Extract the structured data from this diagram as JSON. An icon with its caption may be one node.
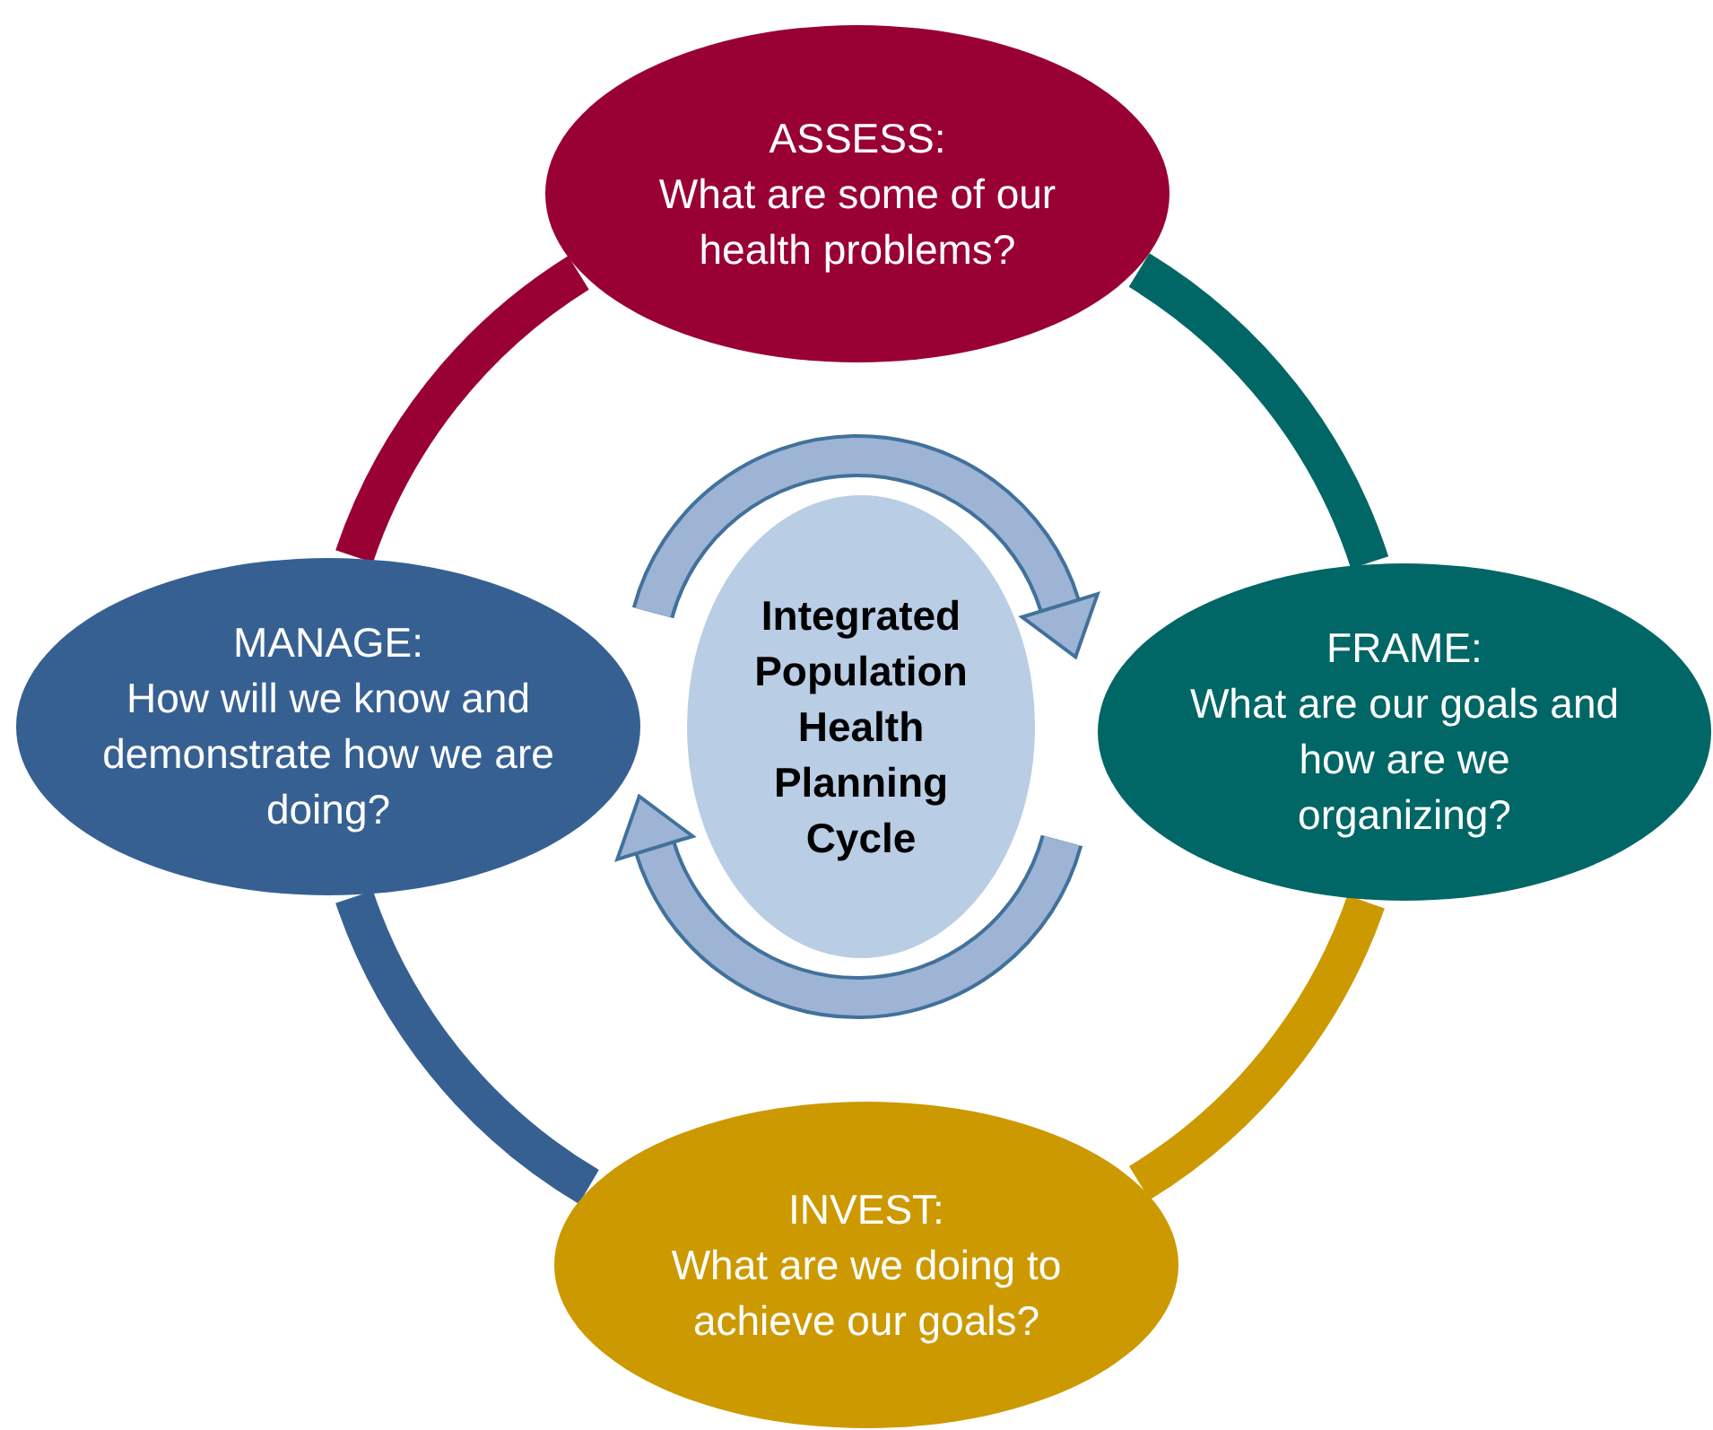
{
  "diagram": {
    "nodes": [
      {
        "text": [
          "ASSESS:",
          "What are some of our health problems?"
        ]
      },
      {
        "text": [
          "MANAGE:",
          "How will we know and demonstrate how we are doing?"
        ]
      },
      {
        "text": [
          "Integrated Population Health Planning Cycle"
        ]
      },
      {
        "text": [
          "FRAME:",
          "What are our goals and how are we organizing?"
        ]
      },
      {
        "text": [
          "INVEST:",
          "What are we doing to achieve our goals?"
        ]
      }
    ],
    "edges": [
      {
        "from": 0,
        "to": 3,
        "arrow": "none",
        "color": "#006666"
      },
      {
        "from": 3,
        "to": 4,
        "arrow": "none",
        "color": "#cc9900"
      },
      {
        "from": 4,
        "to": 1,
        "arrow": "none",
        "color": "#376092"
      },
      {
        "from": 1,
        "to": 0,
        "arrow": "none",
        "color": "#990033"
      }
    ]
  }
}
